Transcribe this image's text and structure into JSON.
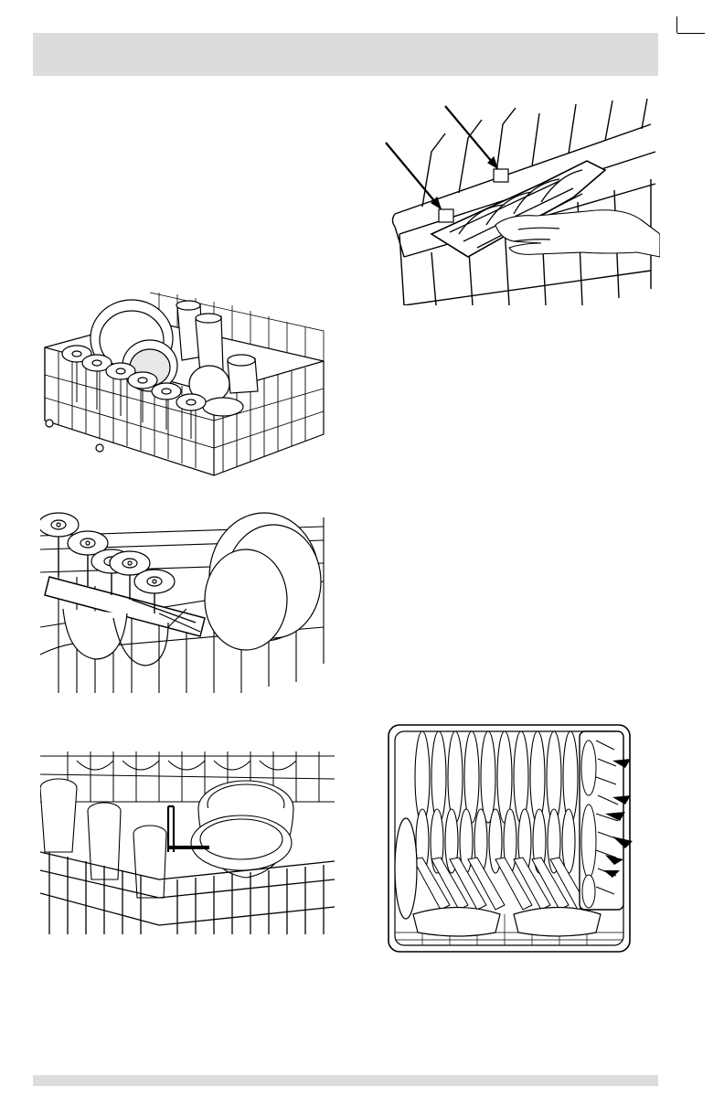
{
  "page": {
    "header_text": "",
    "footer_text": ""
  },
  "figures": [
    {
      "name": "figure-upper-rack-loaded",
      "label": ""
    },
    {
      "name": "figure-stemware-holder-removal",
      "label": ""
    },
    {
      "name": "figure-stemware-close-up",
      "label": ""
    },
    {
      "name": "figure-bowls-close-up",
      "label": ""
    },
    {
      "name": "figure-lower-rack-top-view",
      "label": ""
    }
  ],
  "colors": {
    "band": "#dcdcdc",
    "line": "#000000"
  }
}
